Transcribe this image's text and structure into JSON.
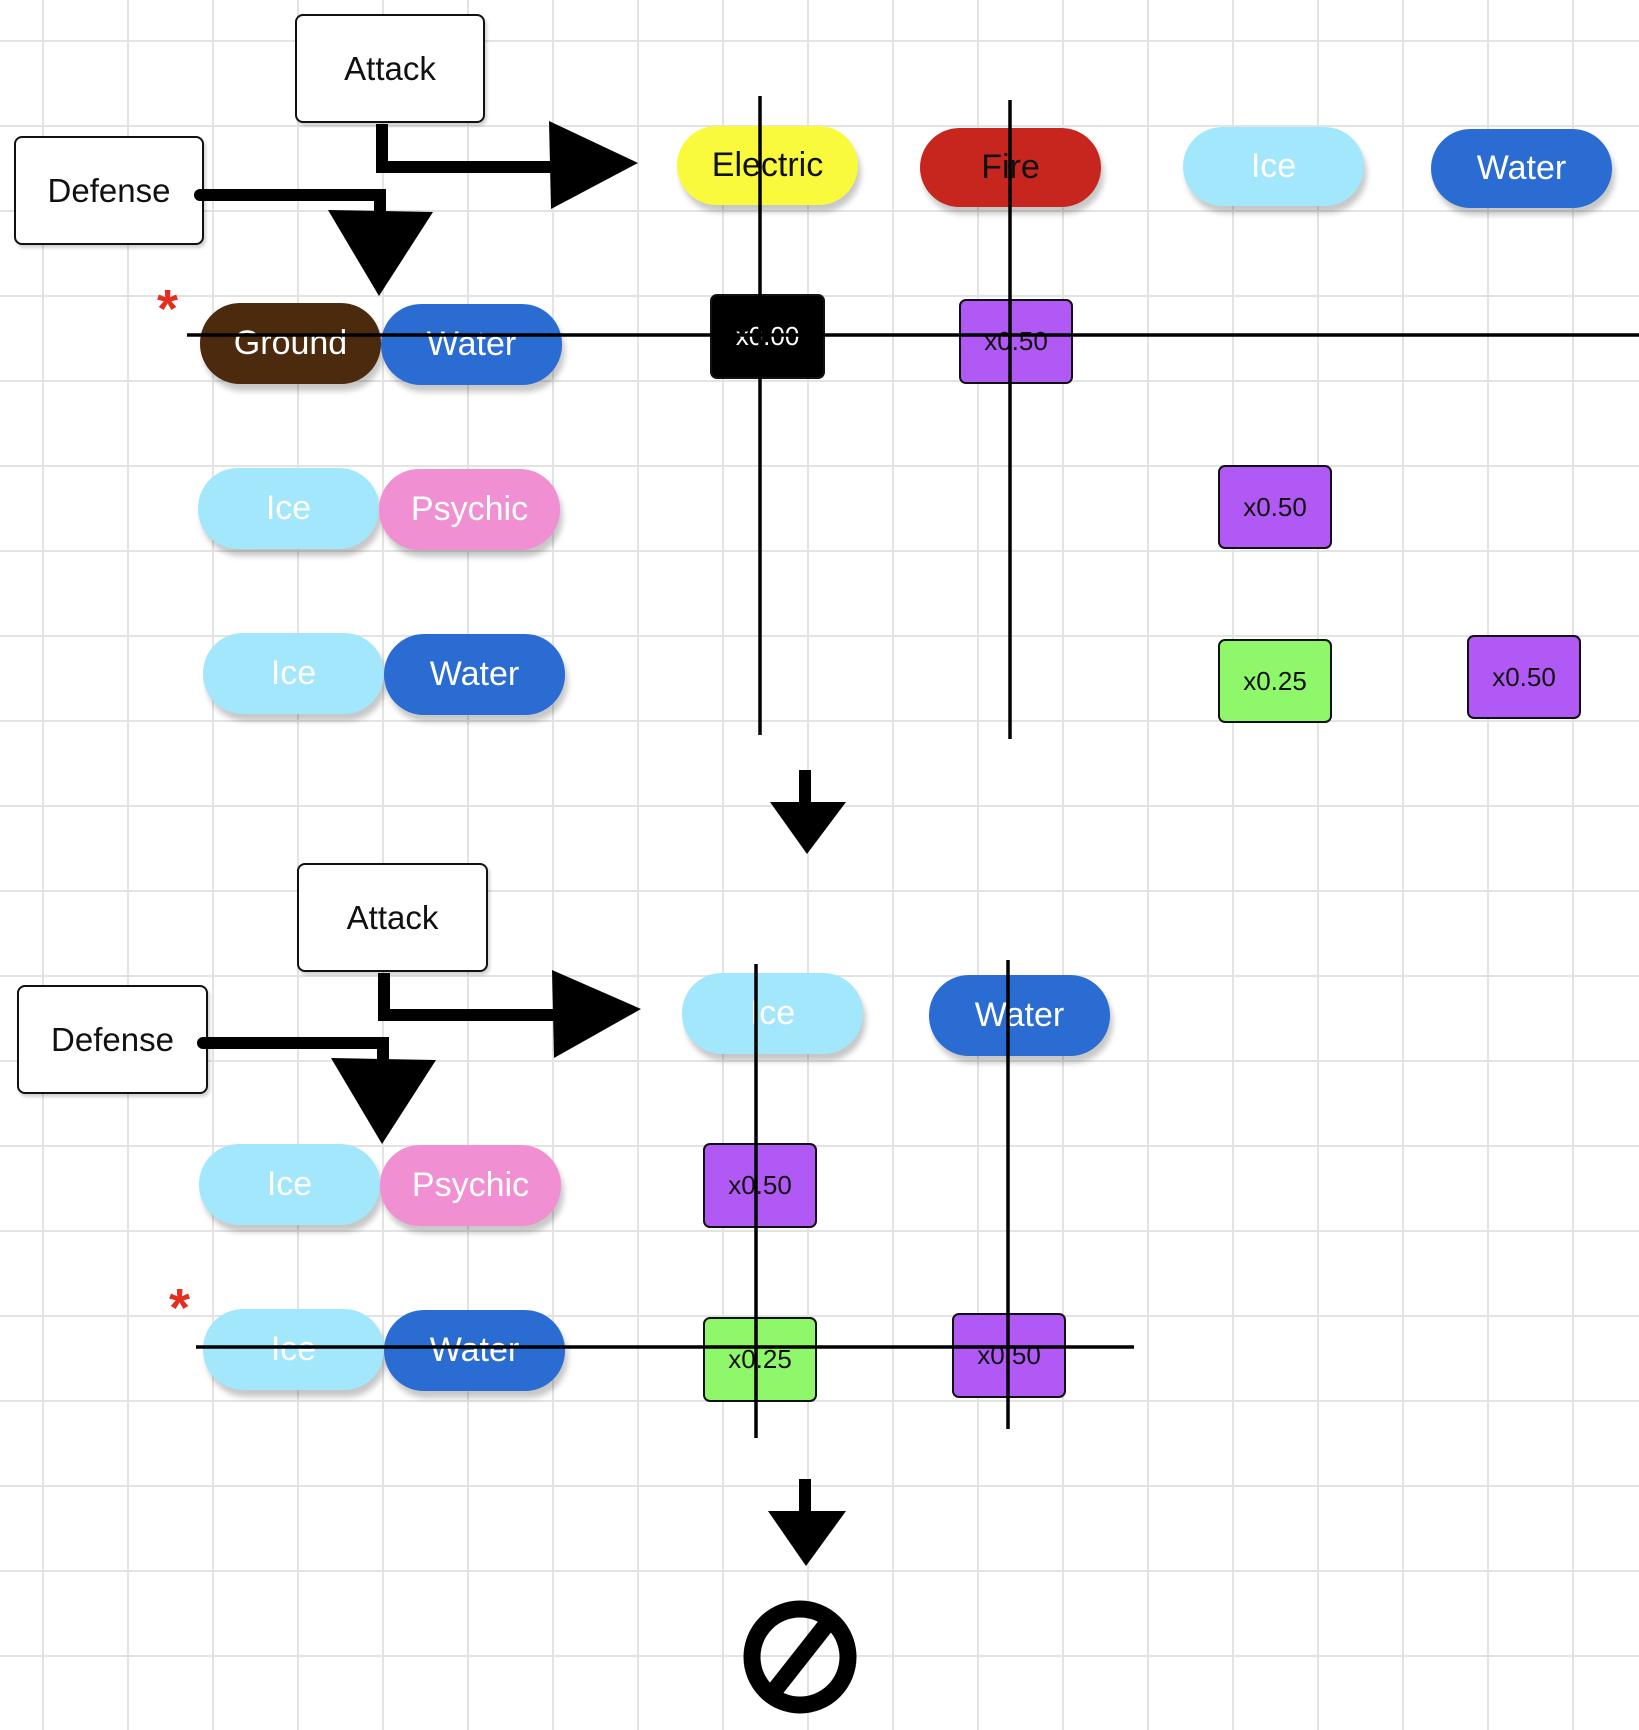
{
  "colors": {
    "electric": "#fafa3c",
    "fire": "#c6261e",
    "ice": "#a2e7fb",
    "water": "#2b6cd2",
    "ground": "#4b2a0e",
    "psychic": "#f08fd1",
    "half": "#b159f4",
    "quarter": "#8ef76a",
    "immune": "#000000",
    "marker": "#e62e1f"
  },
  "section1": {
    "attack_label": "Attack",
    "defense_label": "Defense",
    "attack_types": [
      "Electric",
      "Fire",
      "Ice",
      "Water"
    ],
    "rows": [
      {
        "types": [
          "Ground",
          "Water"
        ],
        "marker": "*"
      },
      {
        "types": [
          "Ice",
          "Psychic"
        ]
      },
      {
        "types": [
          "Ice",
          "Water"
        ]
      }
    ],
    "cells": [
      "x0.00",
      "x0.50",
      "x0.50",
      "x0.25",
      "x0.50"
    ]
  },
  "section2": {
    "attack_label": "Attack",
    "defense_label": "Defense",
    "attack_types": [
      "Ice",
      "Water"
    ],
    "rows": [
      {
        "types": [
          "Ice",
          "Psychic"
        ]
      },
      {
        "types": [
          "Ice",
          "Water"
        ],
        "marker": "*"
      }
    ],
    "cells": [
      "x0.50",
      "x0.25",
      "x0.50"
    ]
  },
  "result_icon": "no-entry-icon"
}
